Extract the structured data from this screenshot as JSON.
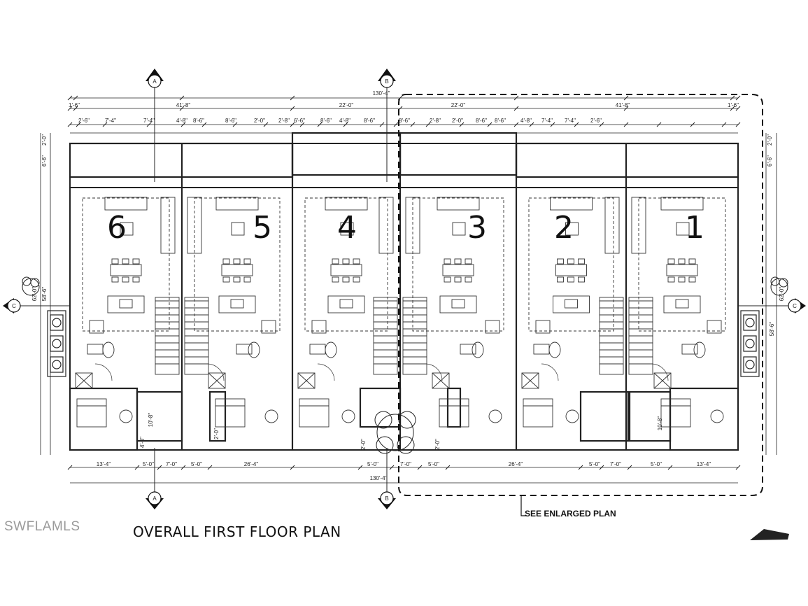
{
  "title": "OVERALL FIRST FLOOR PLAN",
  "watermark": "SWFLAMLS",
  "enlarged_plan_label": "SEE ENLARGED PLAN",
  "section_markers": {
    "a": "A",
    "b": "B",
    "c": "C"
  },
  "units": [
    "6",
    "5",
    "4",
    "3",
    "2",
    "1"
  ],
  "dimensions": {
    "overall_top": "130'-4\"",
    "overall_bottom": "130'-4\"",
    "top_row1": [
      "1'-6\"",
      "41'-8\"",
      "22'-0\"",
      "22'-0\"",
      "41'-8\"",
      "1'-6\""
    ],
    "top_row2": [
      "2'-6\"",
      "7'-4\"",
      "7'-4\"",
      "4'-8\"",
      "8'-6\"",
      "8'-6\"",
      "2'-0\"",
      "2'-8\"",
      "6'-6\"",
      "8'-6\"",
      "4'-8\"",
      "8'-6\"",
      "8'-6\"",
      "2'-8\"",
      "2'-0\"",
      "8'-6\"",
      "8'-6\"",
      "4'-8\"",
      "7'-4\"",
      "7'-4\"",
      "2'-6\""
    ],
    "bottom_row": [
      "13'-4\"",
      "5'-0\"",
      "7'-0\"",
      "5'-0\"",
      "26'-4\"",
      "5'-0\"",
      "7'-0\"",
      "5'-0\"",
      "26'-4\"",
      "5'-0\"",
      "7'-0\"",
      "5'-0\"",
      "13'-4\""
    ],
    "left_side": [
      "2'-0\"",
      "6'-6\"",
      "62'-0\"",
      "58'-6\""
    ],
    "right_side": [
      "2'-0\"",
      "6'-6\"",
      "62'-0\"",
      "58'-6\""
    ],
    "small": [
      "4'-0\"",
      "10'-8\"",
      "2'-0\"",
      "2'-0\"",
      "2'-0\"",
      "10'-8\""
    ]
  }
}
